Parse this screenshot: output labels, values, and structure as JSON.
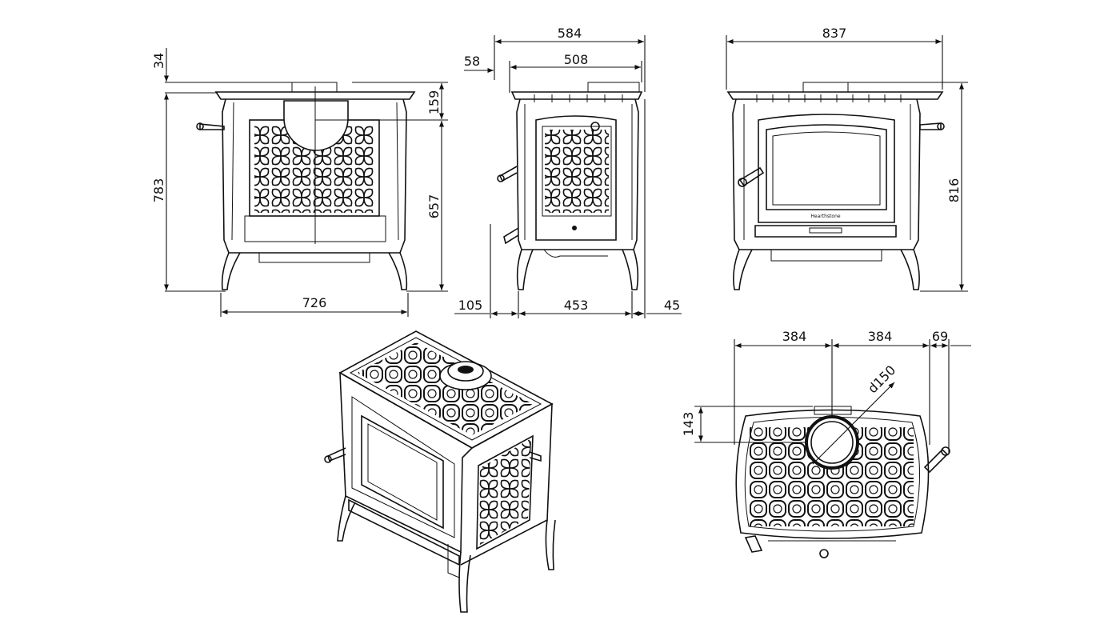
{
  "dimensions": {
    "rear_total_height": "783",
    "rear_top_offset": "34",
    "rear_width": "726",
    "rear_outlet_drop": "159",
    "rear_outlet_height": "657",
    "side_total_depth": "584",
    "side_top_depth": "508",
    "side_front_offset": "58",
    "side_handle_projection": "105",
    "side_leg_span": "453",
    "side_rear_offset": "45",
    "front_total_width": "837",
    "front_total_height": "816",
    "plan_half_left": "384",
    "plan_half_right": "384",
    "plan_handle_projection": "69",
    "plan_outlet_offset": "143",
    "plan_outlet_diameter": "d150"
  },
  "brand_mark": "Hearthstone"
}
